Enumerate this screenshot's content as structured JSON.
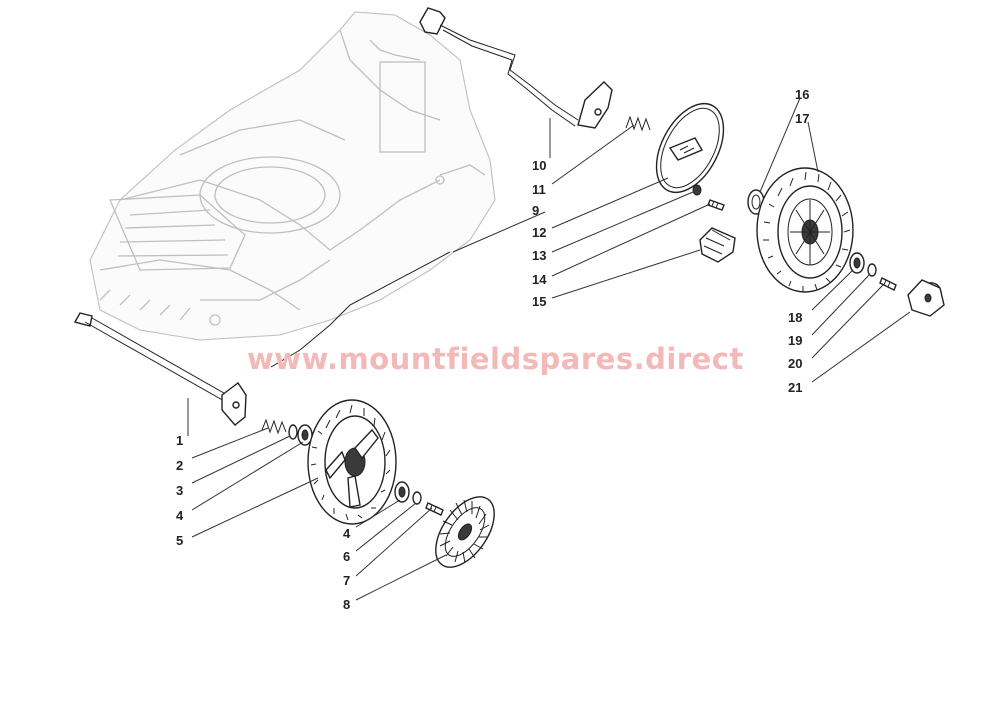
{
  "watermark": "www.mountfieldspares.direct",
  "colors": {
    "watermark": "#f3b8b8",
    "part_outline": "#222222",
    "deck_outline": "#bfbfbf",
    "background": "#ffffff"
  },
  "callouts": [
    "1",
    "2",
    "3",
    "4",
    "5",
    "4",
    "6",
    "7",
    "8",
    "9",
    "10",
    "11",
    "12",
    "13",
    "14",
    "15",
    "16",
    "17",
    "18",
    "19",
    "20",
    "21"
  ]
}
